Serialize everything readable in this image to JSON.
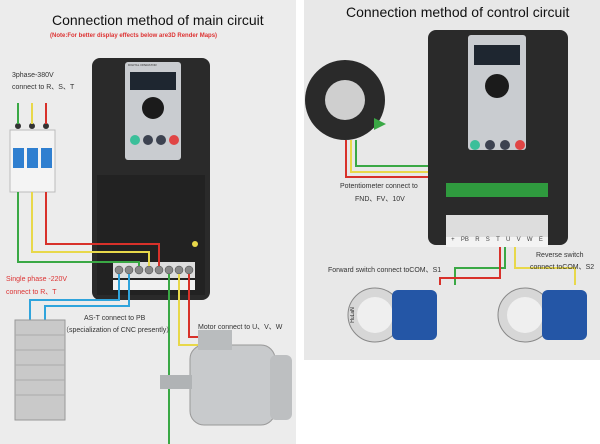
{
  "left": {
    "title": "Connection method of main circuit",
    "note": "(Note:For better display effects  below are3D Render Maps)",
    "three_phase": [
      "3phase-380V",
      "connect to R、S、T"
    ],
    "single_phase": [
      "Single phase -220V",
      "connect to R、T"
    ],
    "brake": [
      "AS-T connect to PB",
      "（specialization of CNC presently）"
    ],
    "motor": "Motor connect to U、V、W",
    "keypad_label": "DIGITAL OPERATOR"
  },
  "right": {
    "title": "Connection method of control  circuit",
    "potentiometer": [
      "Potentiometer  connect to",
      "FND、FV、10V"
    ],
    "forward": "Forward switch connect toCOM、S1",
    "reverse": [
      "Reverse switch",
      "connect toCOM、S2"
    ],
    "terminals": [
      "+",
      "PB",
      "R",
      "S",
      "T",
      "U",
      "V",
      "W",
      "E"
    ],
    "switch_brand": "HuLaN"
  },
  "colors": {
    "wire_red": "#d8312a",
    "wire_yellow": "#e8d84a",
    "wire_green": "#3aa845",
    "wire_blue": "#2fa4dc",
    "body": "#2a2a2a"
  }
}
